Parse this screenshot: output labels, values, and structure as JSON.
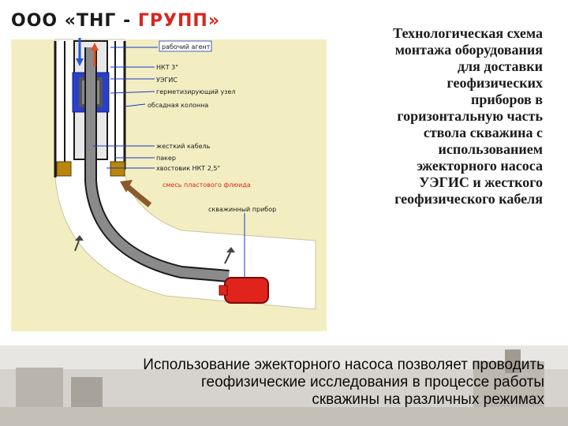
{
  "logo": {
    "prefix": "ООО «ТНГ -",
    "suffix": "ГРУПП»"
  },
  "title": "Технологическая схема монтажа оборудования для доставки геофизических приборов в горизонтальную часть ствола скважина с использованием эжекторного насоса УЭГИС и жесткого геофизического кабеля",
  "labels": {
    "work_agent": "рабочий агент",
    "nkt": "НКТ 3\"",
    "uegis": "УЭГИС",
    "sealing_hub": "герметизирующий узел",
    "casing": "обсадная колонна",
    "rigid_cable": "жесткий кабель",
    "packer": "пакер",
    "nkt_tail": "хвостовик НКТ 2,5\"",
    "formation_fluid": "смесь пластового флюида",
    "borehole_tool": "скважинный прибор"
  },
  "footer": {
    "line1": "Использование эжекторного насоса позволяет проводить",
    "line2": "геофизические исследования в процессе работы",
    "line3": "скважины на различных режимах"
  },
  "colors": {
    "formation": "#f2eec2",
    "steel": "#2f2f2f",
    "cable": "#8a8a8a",
    "pump": "#2a3fc9",
    "tool": "#e0241c",
    "arrow_fluid": "#8b5a2b",
    "logo_red": "#d7261e",
    "label_line_blue": "#1e36c8"
  }
}
